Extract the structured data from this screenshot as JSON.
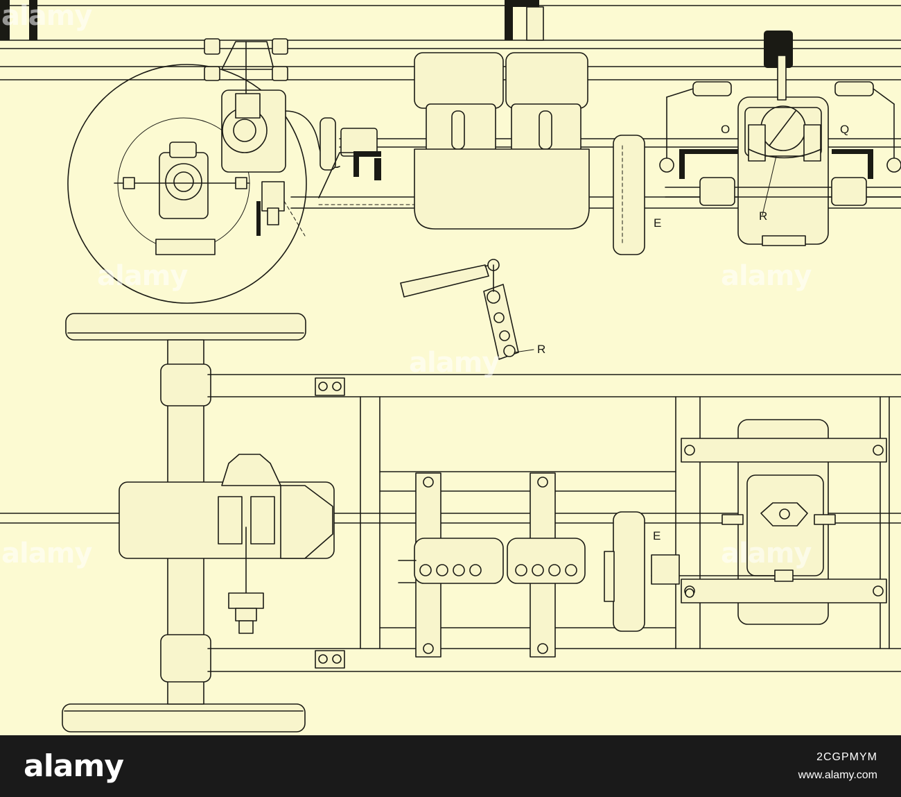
{
  "labels": {
    "O": "O",
    "Q": "Q",
    "R_top": "R",
    "E_top": "E",
    "R_detail": "R",
    "E_plan": "E"
  },
  "watermark": {
    "text": "alamy"
  },
  "footer": {
    "logo": "alamy",
    "image_id": "2CGPMYM",
    "site": "www.alamy.com"
  },
  "colors": {
    "paper": "#fcfad2",
    "ink": "#1a1a14",
    "footer": "#1a1a1a"
  }
}
